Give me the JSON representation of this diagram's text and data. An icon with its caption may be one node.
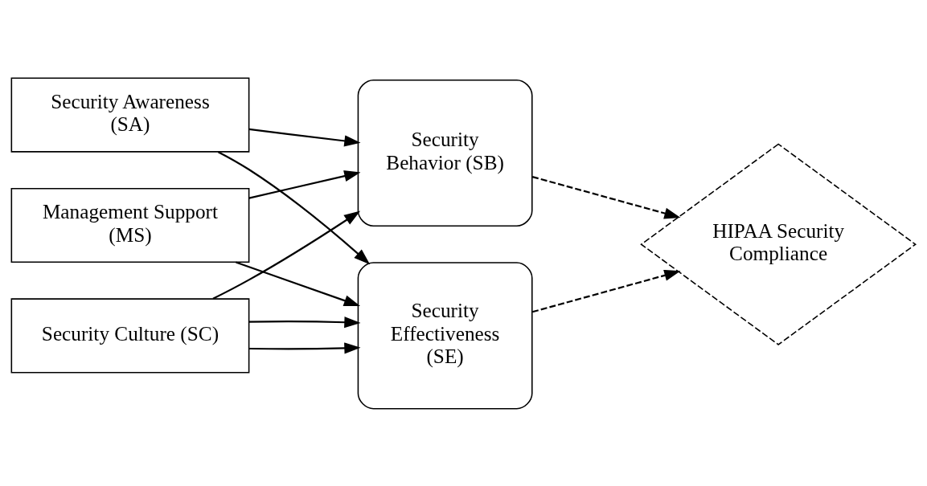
{
  "diagram": {
    "nodes": [
      {
        "text": [
          "Security Awareness (SA)"
        ]
      },
      {
        "text": [
          "Management Support (MS)"
        ]
      },
      {
        "text": [
          "Security Culture (SC)"
        ]
      },
      {
        "text": [
          "Security Behavior (SB)"
        ]
      },
      {
        "text": [
          "Security Effectiveness (SE)"
        ]
      },
      {
        "text": [
          "HIPAA Security Compliance"
        ]
      }
    ],
    "edges": [
      {
        "from": 0,
        "to": 3,
        "arrow": "to"
      },
      {
        "from": 0,
        "to": 4,
        "arrow": "to"
      },
      {
        "from": 1,
        "to": 3,
        "arrow": "to"
      },
      {
        "from": 2,
        "to": 3,
        "arrow": "to"
      },
      {
        "from": 1,
        "to": 4,
        "arrow": "to"
      },
      {
        "from": 2,
        "to": 4,
        "arrow": "to"
      },
      {
        "from": 2,
        "to": 4,
        "arrow": "to"
      },
      {
        "from": 3,
        "to": 5,
        "arrow": "to",
        "style": "dashed"
      },
      {
        "from": 4,
        "to": 5,
        "arrow": "to",
        "style": "dashed"
      }
    ]
  }
}
